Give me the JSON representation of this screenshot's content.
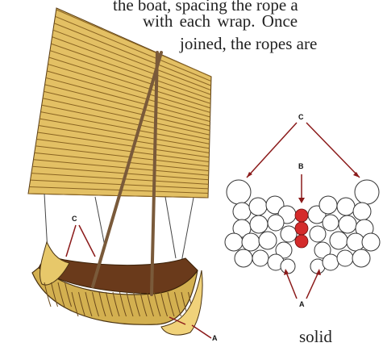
{
  "text": {
    "line1": "the boat, spacing the rope a",
    "line2": "with each wrap. Once",
    "line3": "joined, the ropes are",
    "line4": "solid"
  },
  "boat_labels": {
    "a": "A",
    "c": "C"
  },
  "cross_labels": {
    "a": "A",
    "b": "B",
    "c": "C"
  },
  "colors": {
    "reed_light": "#f0d27a",
    "reed_mid": "#d6a94a",
    "reed_dark": "#6b4a1c",
    "hull_fill": "#f2db7a",
    "hull_inner": "#6b3b1a",
    "mast": "#7a5a3a",
    "arrow_red": "#8b1a1a",
    "core_red": "#d42b2b"
  }
}
